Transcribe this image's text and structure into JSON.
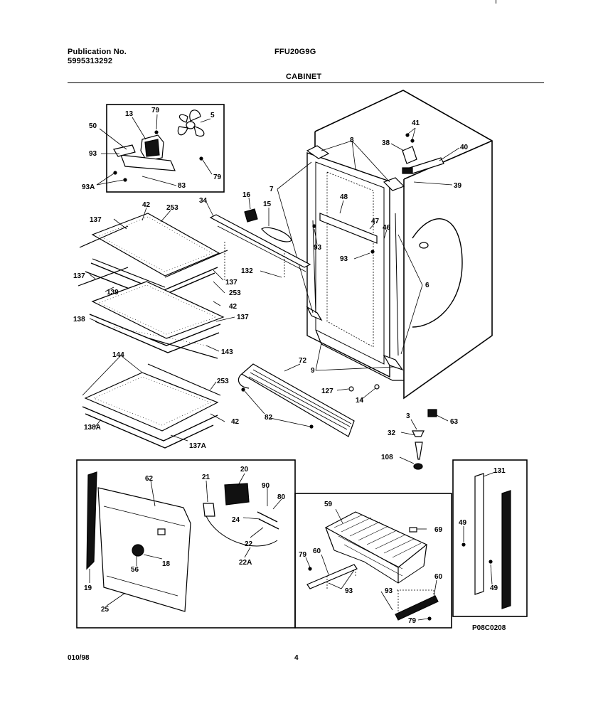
{
  "header": {
    "publication_label": "Publication No.",
    "publication_number": "5995313292",
    "model": "FFU20G9G",
    "section": "CABINET"
  },
  "footer": {
    "date": "010/98",
    "page": "4",
    "drawing_code": "P08C0208"
  },
  "callouts": {
    "c13": "13",
    "c79a": "79",
    "c5": "5",
    "c50": "50",
    "c93a": "93",
    "c93b": "93A",
    "c83": "83",
    "c79b": "79",
    "c41": "41",
    "c38": "38",
    "c40": "40",
    "c39": "39",
    "c8a": "8",
    "c7": "7",
    "c16": "16",
    "c15": "15",
    "c48": "48",
    "c34": "34",
    "c47": "47",
    "c46": "46",
    "c93c": "93",
    "c93d": "93",
    "c6": "6",
    "c132": "132",
    "c137a": "137",
    "c42a": "42",
    "c253a": "253",
    "c137b": "137",
    "c137c": "137",
    "c139": "139",
    "c253b": "253",
    "c42b": "42",
    "c138": "138",
    "c137d": "137",
    "c143": "143",
    "c144": "144",
    "c253c": "253",
    "c42c": "42",
    "c138a": "138A",
    "c137e": "137A",
    "c72": "72",
    "c9": "9",
    "c127": "127",
    "c14": "14",
    "c82": "82",
    "c3": "3",
    "c63": "63",
    "c32": "32",
    "c108": "108",
    "c62": "62",
    "c21": "21",
    "c20": "20",
    "c90": "90",
    "c80": "80",
    "c24": "24",
    "c22": "22",
    "c22a": "22A",
    "c56": "56",
    "c18": "18",
    "c19": "19",
    "c25": "25",
    "c59": "59",
    "c69": "69",
    "c79c": "79",
    "c60a": "60",
    "c93e": "93",
    "c93f": "93",
    "c60b": "60",
    "c79d": "79",
    "c131": "131",
    "c49a": "49",
    "c49b": "49"
  }
}
